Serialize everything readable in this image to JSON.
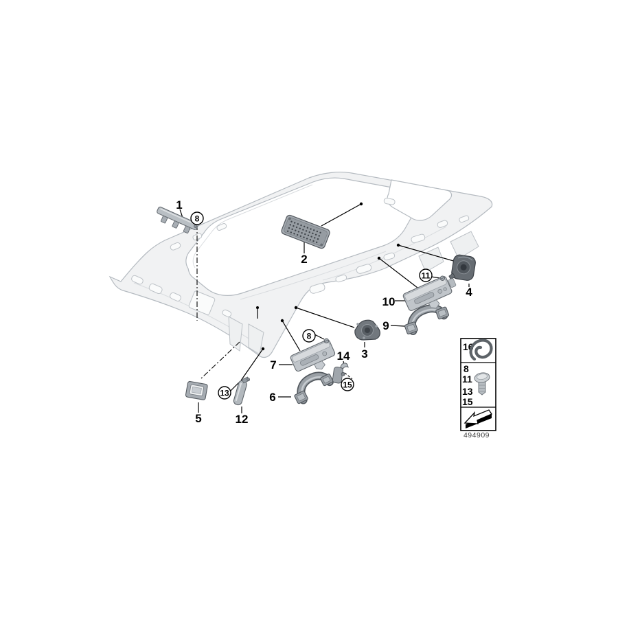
{
  "diagram": {
    "number": "494909",
    "description_colors": {
      "background": "#ffffff",
      "line_art_gray": "#b4bac0",
      "part_gray": "#9aa0a6",
      "dark_part_gray": "#666c72",
      "callout_black": "#000000"
    }
  },
  "labels": {
    "p1": "1",
    "p2": "2",
    "p3": "3",
    "p4": "4",
    "p5": "5",
    "p6": "6",
    "p7": "7",
    "p9": "9",
    "p10": "10",
    "p12": "12",
    "p14": "14",
    "c8": "8",
    "c11": "11",
    "c13": "13",
    "c15": "15"
  },
  "legend": {
    "n16": "16",
    "n8": "8",
    "n11": "11",
    "n13": "13",
    "n15": "15",
    "icons": [
      "velcro-strap-icon",
      "expanding-rivet-icon",
      "direction-of-travel-arrow-icon"
    ]
  }
}
